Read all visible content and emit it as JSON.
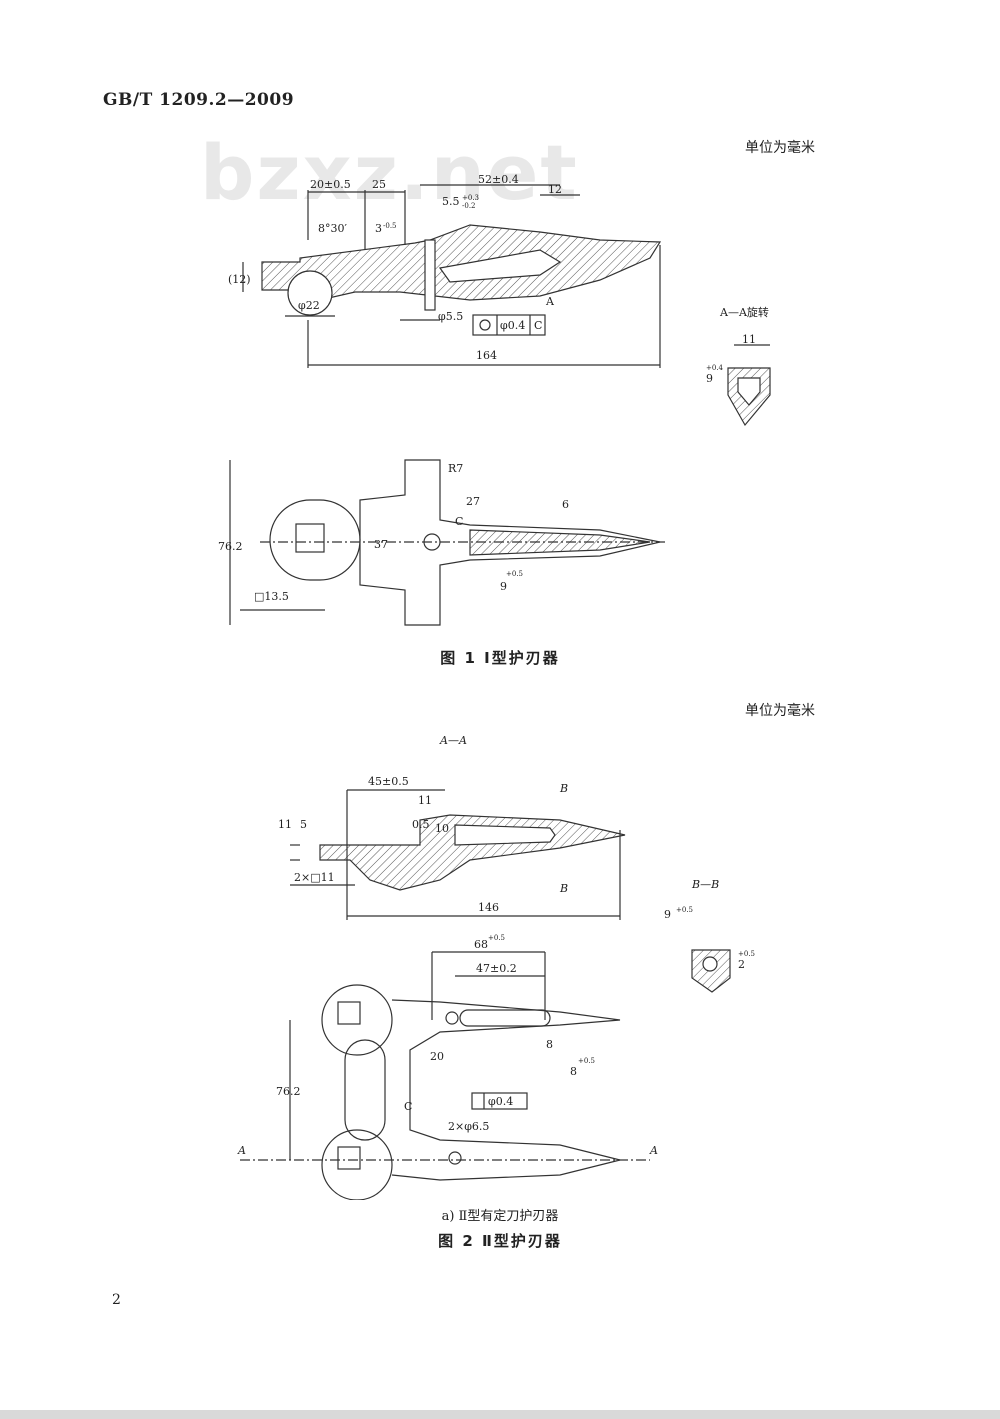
{
  "header": {
    "standard": "GB/T  1209.2—2009"
  },
  "watermark": "bzxz.net",
  "units_label_1": "单位为毫米",
  "units_label_2": "单位为毫米",
  "fig1": {
    "caption": "图 1   Ⅰ型护刃器",
    "dims": {
      "d1": "20±0.5",
      "d2": "25",
      "d3": "52±0.4",
      "d4": "12",
      "d5": "5.5",
      "d5tol": "+0.3",
      "d5tol2": "-0.2",
      "angle": "8°30′",
      "d6": "3",
      "d6tol": "-0.5",
      "h12": "(12)",
      "phi22": "φ22",
      "phi55": "φ5.5",
      "tol": "φ0.4",
      "datum": "C",
      "section": "A",
      "len": "164",
      "r7": "R7",
      "d27": "27",
      "d6b": "6",
      "w762": "76.2",
      "w37": "37",
      "sq": "□13.5",
      "w9": "9",
      "w9tol": "+0.5",
      "circC": "C"
    },
    "section": {
      "title": "A—A旋转",
      "w11": "11",
      "h9": "9",
      "h9tol": "+0.4"
    }
  },
  "fig2": {
    "caption": "图 2   Ⅱ型护刃器",
    "subcaption": "a) Ⅱ型有定刀护刃器",
    "view_label": "A—A",
    "dims": {
      "d45": "45±0.5",
      "d11": "11",
      "d5": "5",
      "d05": "0.5",
      "d10": "10",
      "h11": "11",
      "sq": "2×□11",
      "len": "146",
      "B": "B",
      "d68": "68",
      "d68tol": "+0.5",
      "d47": "47±0.2",
      "d20": "20",
      "d8": "8",
      "d8b": "8",
      "d8tol": "+0.5",
      "w762": "76.2",
      "holes": "2×φ6.5",
      "tol": "φ0.4",
      "circC": "C",
      "A": "A"
    },
    "section": {
      "title": "B—B",
      "w9": "9",
      "w9tol": "+0.5",
      "h2": "2",
      "h2tol": "+0.5"
    }
  },
  "page_number": "2"
}
